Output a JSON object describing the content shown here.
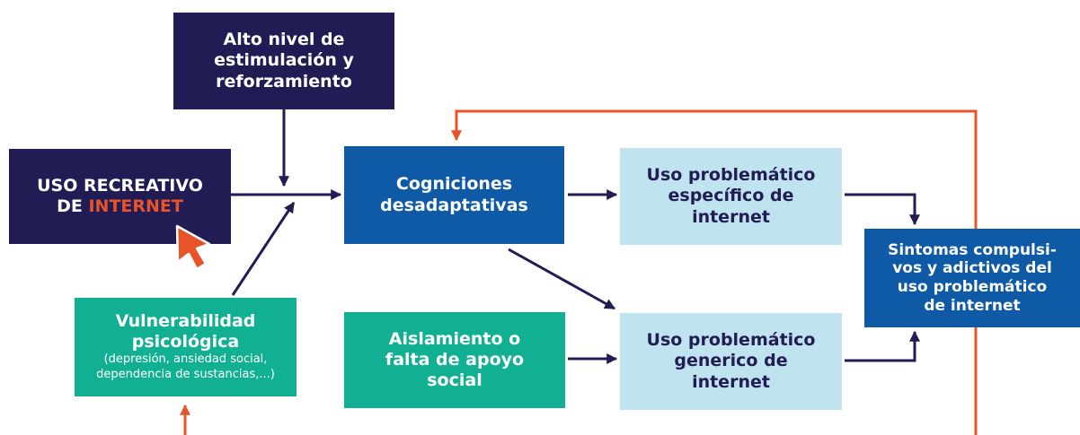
{
  "colors": {
    "navy": "#221c54",
    "blue": "#0e5aa6",
    "teal": "#12b093",
    "light_blue": "#bfe3ef",
    "orange": "#e8542a",
    "arrow": "#221c54"
  },
  "nodes": {
    "stimulation": {
      "lines": [
        "Alto nivel de",
        "estimulación y",
        "reforzamiento"
      ]
    },
    "recreational": {
      "line1": "USO RECREATIVO",
      "line2_prefix": "DE ",
      "line2_highlight": "INTERNET"
    },
    "vulnerability": {
      "lines": [
        "Vulnerabilidad",
        "psicológica"
      ],
      "sub": [
        "(depresión, ansiedad social,",
        "dependencia de sustancias,...)"
      ]
    },
    "cognitions": {
      "lines": [
        "Cogniciones",
        "desadaptativas"
      ]
    },
    "isolation": {
      "lines": [
        "Aislamiento o",
        "falta de apoyo",
        "social"
      ]
    },
    "specific_use": {
      "line1": "Uso problemático",
      "line2_highlight": "específico",
      "line2_rest": " de",
      "line3": "internet"
    },
    "generic_use": {
      "line1": "Uso problemático",
      "line2_highlight": "generico",
      "line2_rest": " de",
      "line3": "internet"
    },
    "symptoms": {
      "lines": [
        "Sintomas compulsi-",
        "vos y adictivos del",
        "uso problemático",
        "de internet"
      ]
    }
  }
}
